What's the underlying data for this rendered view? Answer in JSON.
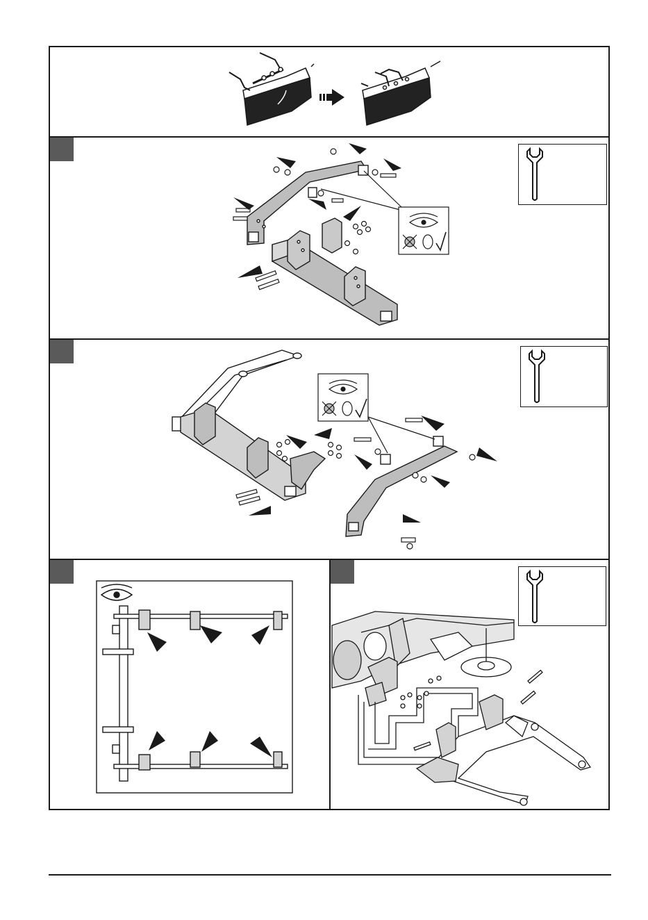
{
  "document": {
    "type": "assembly-instructions",
    "steps": [
      {
        "id": "overview",
        "tab": false,
        "tool": false
      },
      {
        "id": "step-a",
        "tab": true,
        "tool": true,
        "inspect": true
      },
      {
        "id": "step-b",
        "tab": true,
        "tool": true,
        "inspect": true
      },
      {
        "id": "step-c",
        "tab": true,
        "tool": false,
        "inspect": true
      },
      {
        "id": "step-d",
        "tab": true,
        "tool": true,
        "inspect": false
      }
    ],
    "icons": [
      "wrench-icon",
      "eye-icon",
      "cross-icon",
      "check-icon",
      "arrow-icon"
    ],
    "colors": {
      "line": "#1a1a1a",
      "part_fill": "#b9b9b9",
      "tab_fill": "#5a5a5a"
    }
  }
}
